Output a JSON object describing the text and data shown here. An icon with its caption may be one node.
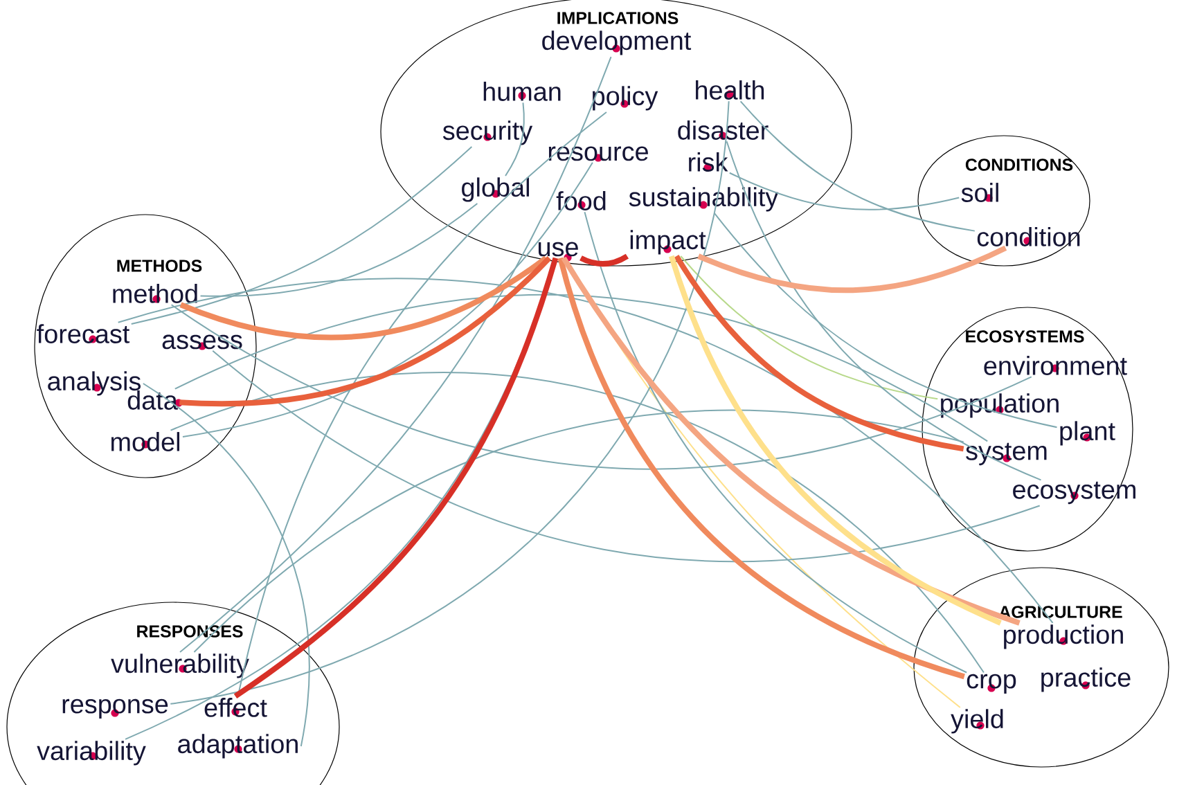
{
  "diagram": {
    "nodes": [
      {
        "text": [
          "IMPLICATIONS"
        ]
      },
      {
        "text": [
          "development"
        ],
        "in": 0
      },
      {
        "text": [
          "human"
        ],
        "in": 0
      },
      {
        "text": [
          "policy"
        ],
        "in": 0
      },
      {
        "text": [
          "health"
        ],
        "in": 0
      },
      {
        "text": [
          "security"
        ],
        "in": 0
      },
      {
        "text": [
          "disaster"
        ],
        "in": 0
      },
      {
        "text": [
          "resource"
        ],
        "in": 0
      },
      {
        "text": [
          "risk"
        ],
        "in": 0
      },
      {
        "text": [
          "global"
        ],
        "in": 0
      },
      {
        "text": [
          "food"
        ],
        "in": 0
      },
      {
        "text": [
          "sustainability"
        ],
        "in": 0
      },
      {
        "text": [
          "use"
        ],
        "in": 0
      },
      {
        "text": [
          "impact"
        ],
        "in": 0
      },
      {
        "text": [
          "CONDITIONS"
        ]
      },
      {
        "text": [
          "soil"
        ],
        "in": 14
      },
      {
        "text": [
          "condition"
        ],
        "in": 14
      },
      {
        "text": [
          "METHODS"
        ]
      },
      {
        "text": [
          "method"
        ],
        "in": 17
      },
      {
        "text": [
          "forecast"
        ],
        "in": 17
      },
      {
        "text": [
          "assess"
        ],
        "in": 17
      },
      {
        "text": [
          "analysis"
        ],
        "in": 17
      },
      {
        "text": [
          "data"
        ],
        "in": 17
      },
      {
        "text": [
          "model"
        ],
        "in": 17
      },
      {
        "text": [
          "ECOSYSTEMS"
        ]
      },
      {
        "text": [
          "environment"
        ],
        "in": 24
      },
      {
        "text": [
          "population"
        ],
        "in": 24
      },
      {
        "text": [
          "plant"
        ],
        "in": 24
      },
      {
        "text": [
          "system"
        ],
        "in": 24
      },
      {
        "text": [
          "ecosystem"
        ],
        "in": 24
      },
      {
        "text": [
          "RESPONSES"
        ]
      },
      {
        "text": [
          "vulnerability"
        ],
        "in": 30
      },
      {
        "text": [
          "response"
        ],
        "in": 30
      },
      {
        "text": [
          "effect"
        ],
        "in": 30
      },
      {
        "text": [
          "variability"
        ],
        "in": 30
      },
      {
        "text": [
          "adaptation"
        ],
        "in": 30
      },
      {
        "text": [
          "AGRICULTURE"
        ]
      },
      {
        "text": [
          "production"
        ],
        "in": 36
      },
      {
        "text": [
          "crop"
        ],
        "in": 36
      },
      {
        "text": [
          "practice"
        ],
        "in": 36
      },
      {
        "text": [
          "yield"
        ],
        "in": 36
      }
    ],
    "edges": [
      {
        "from": 12,
        "to": 13,
        "arrow": "none",
        "style": "thick",
        "color": "#d73027"
      },
      {
        "from": 12,
        "to": 33,
        "arrow": "none",
        "style": "thick",
        "color": "#d73027"
      },
      {
        "from": 12,
        "to": 18,
        "arrow": "none",
        "style": "thick",
        "color": "#f08a5d"
      },
      {
        "from": 12,
        "to": 22,
        "arrow": "none",
        "style": "thick",
        "color": "#e8603c"
      },
      {
        "from": 13,
        "to": 28,
        "arrow": "none",
        "style": "thick",
        "color": "#e8603c"
      },
      {
        "from": 12,
        "to": 38,
        "arrow": "none",
        "style": "thick",
        "color": "#f08a5d"
      },
      {
        "from": 12,
        "to": 37,
        "arrow": "none",
        "style": "thick",
        "color": "#f4a582"
      },
      {
        "from": 13,
        "to": 16,
        "arrow": "none",
        "style": "thick",
        "color": "#f4a582"
      },
      {
        "from": 13,
        "to": 37,
        "arrow": "none",
        "style": "thick",
        "color": "#fee08b"
      },
      {
        "from": 12,
        "to": 40,
        "arrow": "none",
        "color": "#fee08b"
      },
      {
        "from": 13,
        "to": 26,
        "arrow": "none",
        "color": "#b8d98b"
      },
      {
        "from": 12,
        "to": 34,
        "arrow": "none"
      },
      {
        "from": 22,
        "to": 28,
        "arrow": "none"
      },
      {
        "from": 18,
        "to": 25,
        "arrow": "none"
      },
      {
        "from": 19,
        "to": 37,
        "arrow": "none"
      },
      {
        "from": 21,
        "to": 35,
        "arrow": "none"
      },
      {
        "from": 23,
        "to": 38,
        "arrow": "none"
      },
      {
        "from": 20,
        "to": 29,
        "arrow": "none"
      },
      {
        "from": 31,
        "to": 28,
        "arrow": "none"
      },
      {
        "from": 32,
        "to": 4,
        "arrow": "none"
      },
      {
        "from": 8,
        "to": 15,
        "arrow": "none"
      },
      {
        "from": 6,
        "to": 29,
        "arrow": "none"
      },
      {
        "from": 4,
        "to": 16,
        "arrow": "none"
      },
      {
        "from": 9,
        "to": 18,
        "arrow": "none"
      },
      {
        "from": 5,
        "to": 19,
        "arrow": "none"
      },
      {
        "from": 3,
        "to": 33,
        "arrow": "none"
      },
      {
        "from": 7,
        "to": 23,
        "arrow": "none"
      },
      {
        "from": 1,
        "to": 31,
        "arrow": "none"
      },
      {
        "from": 11,
        "to": 27,
        "arrow": "none"
      },
      {
        "from": 10,
        "to": 38,
        "arrow": "none"
      },
      {
        "from": 2,
        "to": 9,
        "arrow": "none"
      }
    ]
  }
}
